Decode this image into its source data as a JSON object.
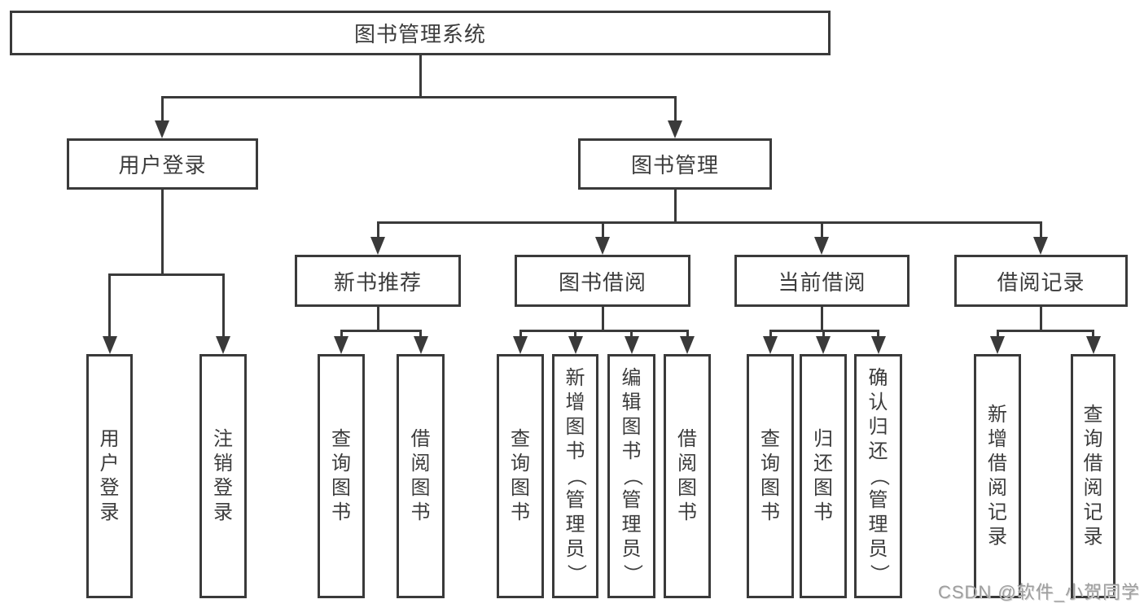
{
  "tree": {
    "root": {
      "label": "图书管理系统"
    },
    "children": [
      {
        "label": "用户登录",
        "children": [
          {
            "label": "用户登录"
          },
          {
            "label": "注销登录"
          }
        ]
      },
      {
        "label": "图书管理",
        "children": [
          {
            "label": "新书推荐",
            "children": [
              {
                "label": "查询图书"
              },
              {
                "label": "借阅图书"
              }
            ]
          },
          {
            "label": "图书借阅",
            "children": [
              {
                "label": "查询图书"
              },
              {
                "label": "新增图书（管理员）"
              },
              {
                "label": "编辑图书（管理员）"
              },
              {
                "label": "借阅图书"
              }
            ]
          },
          {
            "label": "当前借阅",
            "children": [
              {
                "label": "查询图书"
              },
              {
                "label": "归还图书"
              },
              {
                "label": "确认归还（管理员）"
              }
            ]
          },
          {
            "label": "借阅记录",
            "children": [
              {
                "label": "新增借阅记录"
              },
              {
                "label": "查询借阅记录"
              }
            ]
          }
        ]
      }
    ]
  },
  "watermark": {
    "text": "CSDN @软件_小贺同学"
  },
  "colors": {
    "line": "#3a3a3a",
    "text": "#3c3c3c",
    "watermark": "#9e9e9e",
    "background": "#ffffff"
  }
}
